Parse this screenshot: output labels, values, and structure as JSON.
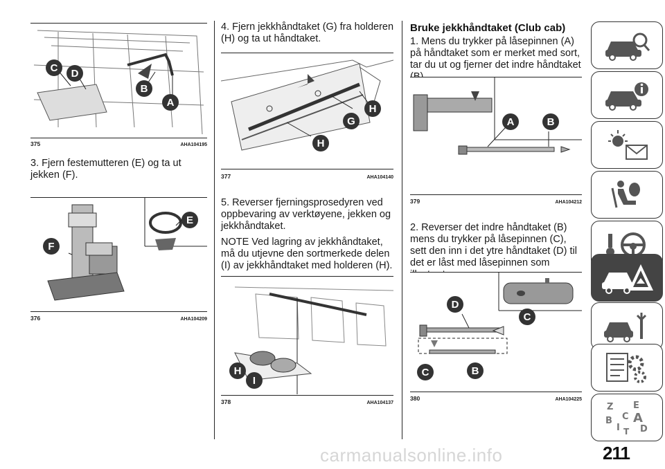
{
  "figures": {
    "f375": {
      "num": "375",
      "code": "AHA104195"
    },
    "f376": {
      "num": "376",
      "code": "AHA104209"
    },
    "f377": {
      "num": "377",
      "code": "AHA104140"
    },
    "f378": {
      "num": "378",
      "code": "AHA104137"
    },
    "f379": {
      "num": "379",
      "code": "AHA104212"
    },
    "f380": {
      "num": "380",
      "code": "AHA104225"
    }
  },
  "callouts": {
    "A": "A",
    "B": "B",
    "C": "C",
    "D": "D",
    "E": "E",
    "F": "F",
    "G": "G",
    "H": "H",
    "I": "I"
  },
  "col1": {
    "step3": "3. Fjern festemutteren (E) og ta ut jekken (F)."
  },
  "col2": {
    "step4": "4. Fjern jekkhåndtaket (G) fra holderen (H) og ta ut håndtaket.",
    "step5": "5. Reverser fjerningsprosedyren ved oppbevaring av verktøyene, jekken og jekkhåndtaket.",
    "note": "NOTE  Ved lagring av jekkhåndtaket, må du utjevne den sortmerkede delen (I) av jekkhåndtaket med holderen (H)."
  },
  "col3": {
    "heading": "Bruke jekkhåndtaket (Club cab)",
    "step1": "1. Mens du trykker på låsepinnen (A) på håndtaket som er merket med sort, tar du ut og fjerner det indre håndtaket (B).",
    "step2": "2. Reverser det indre håndtaket (B) mens du trykker på låsepinnen (C), sett den inn i det ytre håndtaket (D) til det er låst med låsepinnen som illustrert."
  },
  "page_number": "211",
  "watermark": "carmanualsonline.info",
  "side_tabs": [
    {
      "icon": "car-search-icon",
      "active": false
    },
    {
      "icon": "car-info-icon",
      "active": false
    },
    {
      "icon": "warning-lights-message-icon",
      "active": false
    },
    {
      "icon": "airbag-seat-icon",
      "active": false
    },
    {
      "icon": "steering-key-icon",
      "active": false
    },
    {
      "icon": "car-breakdown-warning-icon",
      "active": true
    },
    {
      "icon": "car-service-icon",
      "active": false
    },
    {
      "icon": "specifications-gear-icon",
      "active": false
    },
    {
      "icon": "alphabetical-index-icon",
      "active": false
    }
  ]
}
